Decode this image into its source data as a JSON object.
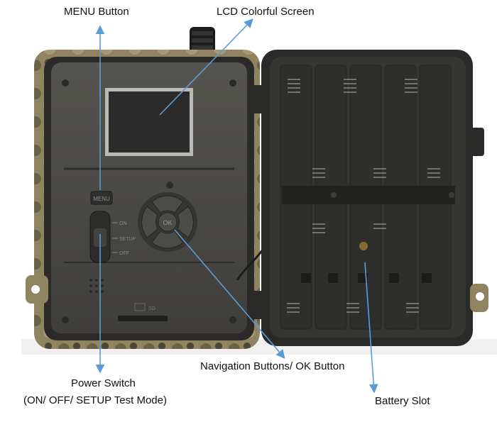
{
  "labels": {
    "menu": "MENU Button",
    "lcd": "LCD Colorful Screen",
    "nav": "Navigation Buttons/ OK Button",
    "power_line1": "Power Switch",
    "power_line2": "(ON/ OFF/ SETUP Test Mode)",
    "battery": "Battery Slot"
  },
  "device_text": {
    "menu_key": "MENU",
    "ok_key": "OK",
    "switch_on": "ON",
    "switch_setup": "SETUP",
    "switch_off": "OFF",
    "sd": "SD"
  },
  "colors": {
    "arrow": "#5b9bd5",
    "housing": "#3a3a36",
    "panel": "#4a4a47",
    "camo": "#8a7a55"
  }
}
